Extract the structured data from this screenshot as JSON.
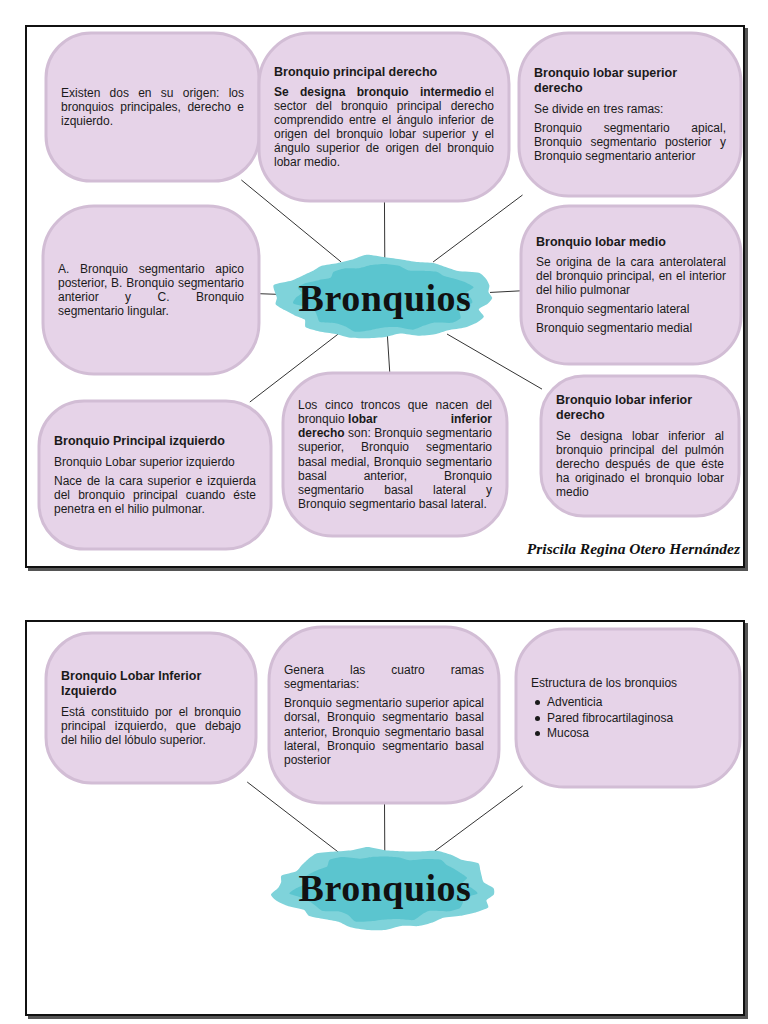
{
  "diagram": {
    "nodes": [
      {
        "text": [
          "Existen dos en su origen: los bronquios principales, derecho e izquierdo."
        ]
      },
      {
        "text": [
          "Bronquio principal derecho",
          "Se designa bronquio intermedio",
          "el sector del bronquio principal derecho comprendido entre el ángulo inferior de origen del bronquio lobar superior y el ángulo superior de origen del bronquio lobar medio."
        ]
      },
      {
        "text": [
          "Bronquio lobar superior derecho",
          "Se divide en tres ramas:",
          "Bronquio segmentario apical, Bronquio segmentario posterior y Bronquio segmentario anterior"
        ]
      },
      {
        "text": [
          "A. Bronquio segmentario apico posterior, B. Bronquio segmentario anterior y C. Bronquio segmentario lingular."
        ]
      },
      {
        "text": [
          "Bronquios"
        ]
      },
      {
        "text": [
          "Bronquio lobar medio",
          "Se origina de la cara anterolateral del bronquio principal, en el interior del hilio pulmonar",
          "Bronquio segmentario lateral",
          "Bronquio segmentario medial"
        ]
      },
      {
        "text": [
          "Bronquio Principal izquierdo",
          "Bronquio Lobar superior izquierdo",
          "Nace de la cara superior e izquierda del bronquio principal cuando éste penetra en el hilio pulmonar."
        ]
      },
      {
        "text": [
          "Los cinco troncos que nacen del bronquio",
          "lobar inferior derecho",
          "son: Bronquio segmentario superior, Bronquio segmentario basal medial, Bronquio segmentario basal anterior, Bronquio segmentario basal lateral y Bronquio segmentario basal lateral."
        ]
      },
      {
        "text": [
          "Bronquio lobar inferior derecho",
          "Se designa lobar inferior al bronquio principal del pulmón derecho después de que éste ha originado el bronquio lobar medio"
        ]
      },
      {
        "text": [
          "Bronquio Lobar Inferior Izquierdo",
          "Está constituido por el bronquio principal izquierdo, que debajo del hilio del lóbulo superior."
        ]
      },
      {
        "text": [
          "Genera las cuatro ramas segmentarias:",
          "Bronquio segmentario superior apical dorsal, Bronquio segmentario basal anterior, Bronquio segmentario basal lateral, Bronquio segmentario basal posterior"
        ]
      },
      {
        "text": [
          "Estructura de los bronquios",
          "Adventicia",
          "Pared fibrocartilaginosa",
          "Mucosa"
        ]
      },
      {
        "text": [
          "Bronquios"
        ]
      }
    ],
    "edges": [
      {
        "from": 4,
        "to": 0,
        "arrow": "none"
      },
      {
        "from": 4,
        "to": 1,
        "arrow": "none"
      },
      {
        "from": 4,
        "to": 2,
        "arrow": "none"
      },
      {
        "from": 4,
        "to": 3,
        "arrow": "none"
      },
      {
        "from": 4,
        "to": 5,
        "arrow": "none"
      },
      {
        "from": 4,
        "to": 6,
        "arrow": "none"
      },
      {
        "from": 4,
        "to": 7,
        "arrow": "none"
      },
      {
        "from": 4,
        "to": 8,
        "arrow": "none"
      },
      {
        "from": 12,
        "to": 9,
        "arrow": "none"
      },
      {
        "from": 12,
        "to": 10,
        "arrow": "none"
      },
      {
        "from": 12,
        "to": 11,
        "arrow": "none"
      }
    ],
    "labels": [
      "Priscila Regina Otero Hernández"
    ]
  }
}
